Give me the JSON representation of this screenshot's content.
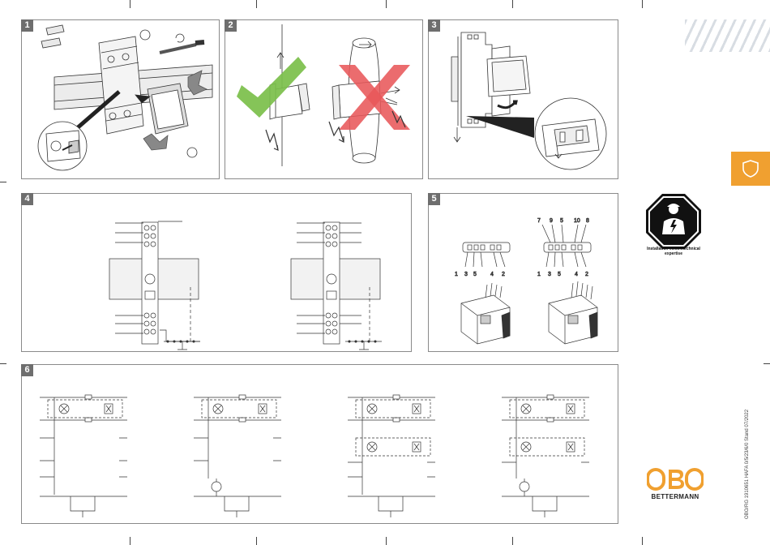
{
  "panels": [
    {
      "number": "1"
    },
    {
      "number": "2"
    },
    {
      "number": "3"
    },
    {
      "number": "4"
    },
    {
      "number": "5"
    },
    {
      "number": "6"
    }
  ],
  "panel5": {
    "top_terminal_labels": [
      "7",
      "9",
      "5",
      "10",
      "8"
    ],
    "bottom_terminal_labels_left": [
      "1",
      "3",
      "5",
      "4",
      "2"
    ],
    "bottom_terminal_labels_right": [
      "1",
      "3",
      "5",
      "4",
      "2"
    ]
  },
  "safety_sign": {
    "caption": "Installation electrotechnical expertise",
    "icon": "electrician-hazard-icon"
  },
  "side_info": "OBO/RG 1910651 HAFA 0/5/23/6/0 Stand 07/2022",
  "brand": {
    "logo": "OBO",
    "name": "BETTERMANN",
    "color": "#f0a030"
  },
  "colors": {
    "accent": "#f0a030",
    "check": "#7bbf4a",
    "cross": "#e8585a",
    "panel_border": "#8a8a8a",
    "panel_number_bg": "#6e6e6e"
  },
  "tab_icon": "shield-icon"
}
